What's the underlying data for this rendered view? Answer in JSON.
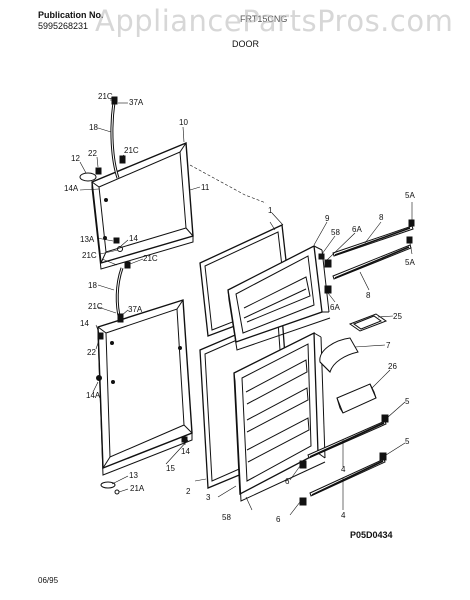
{
  "header": {
    "publication_label": "Publication No.",
    "publication_number": "5995268231",
    "model_number": "FRT15CNG",
    "section_title": "DOOR",
    "watermark": "AppliancePartsPros.com"
  },
  "footer": {
    "drawing_code": "P05D0434",
    "date": "06/95"
  },
  "callouts": [
    {
      "id": "c-21c-a",
      "label": "21C"
    },
    {
      "id": "c-37a-a",
      "label": "37A"
    },
    {
      "id": "c-18-a",
      "label": "18"
    },
    {
      "id": "c-10",
      "label": "10"
    },
    {
      "id": "c-12",
      "label": "12"
    },
    {
      "id": "c-22-a",
      "label": "22"
    },
    {
      "id": "c-21c-b",
      "label": "21C"
    },
    {
      "id": "c-14a-a",
      "label": "14A"
    },
    {
      "id": "c-11",
      "label": "11"
    },
    {
      "id": "c-13a",
      "label": "13A"
    },
    {
      "id": "c-14-a",
      "label": "14"
    },
    {
      "id": "c-21c-c",
      "label": "21C"
    },
    {
      "id": "c-18-b",
      "label": "18"
    },
    {
      "id": "c-21c-d",
      "label": "21C"
    },
    {
      "id": "c-21c-e",
      "label": "21C"
    },
    {
      "id": "c-37a-b",
      "label": "37A"
    },
    {
      "id": "c-14-b",
      "label": "14"
    },
    {
      "id": "c-22-b",
      "label": "22"
    },
    {
      "id": "c-14a-b",
      "label": "14A"
    },
    {
      "id": "c-14-c",
      "label": "14"
    },
    {
      "id": "c-15",
      "label": "15"
    },
    {
      "id": "c-13",
      "label": "13"
    },
    {
      "id": "c-21a",
      "label": "21A"
    },
    {
      "id": "c-1",
      "label": "1"
    },
    {
      "id": "c-9",
      "label": "9"
    },
    {
      "id": "c-58-a",
      "label": "58"
    },
    {
      "id": "c-6a-a",
      "label": "6A"
    },
    {
      "id": "c-8-a",
      "label": "8"
    },
    {
      "id": "c-5a-a",
      "label": "5A"
    },
    {
      "id": "c-5a-b",
      "label": "5A"
    },
    {
      "id": "c-8-b",
      "label": "8"
    },
    {
      "id": "c-6a-b",
      "label": "6A"
    },
    {
      "id": "c-25",
      "label": "25"
    },
    {
      "id": "c-7",
      "label": "7"
    },
    {
      "id": "c-26",
      "label": "26"
    },
    {
      "id": "c-5-a",
      "label": "5"
    },
    {
      "id": "c-5-b",
      "label": "5"
    },
    {
      "id": "c-4-a",
      "label": "4"
    },
    {
      "id": "c-4-b",
      "label": "4"
    },
    {
      "id": "c-6-a",
      "label": "6"
    },
    {
      "id": "c-6-b",
      "label": "6"
    },
    {
      "id": "c-2",
      "label": "2"
    },
    {
      "id": "c-3",
      "label": "3"
    },
    {
      "id": "c-58-b",
      "label": "58"
    }
  ]
}
